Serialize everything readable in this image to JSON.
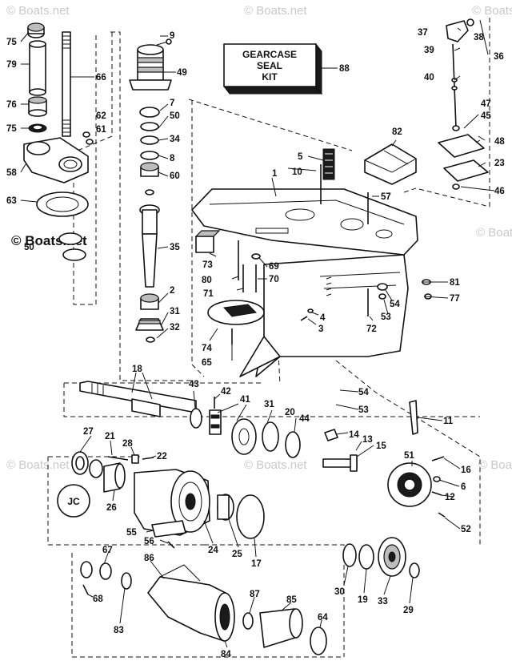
{
  "seal_kit": {
    "line1": "GEARCASE",
    "line2": "SEAL",
    "line3": "KIT"
  },
  "watermark": {
    "text": "© Boats.net"
  },
  "parts": {
    "p1": "1",
    "p2": "2",
    "p3": "3",
    "p4": "4",
    "p5": "5",
    "p6": "6",
    "p7": "7",
    "p8": "8",
    "p9": "9",
    "p10": "10",
    "p11": "11",
    "p12": "12",
    "p13": "13",
    "p14": "14",
    "p15": "15",
    "p16": "16",
    "p17": "17",
    "p18": "18",
    "p19": "19",
    "p20": "20",
    "p21": "21",
    "p22": "22",
    "p23": "23",
    "p24": "24",
    "p25": "25",
    "p26": "26",
    "p27": "27",
    "p28": "28",
    "p29": "29",
    "p30": "30",
    "p31": "31",
    "p31b": "31",
    "p32": "32",
    "p33": "33",
    "p34": "34",
    "p35": "35",
    "p36": "36",
    "p37": "37",
    "p38": "38",
    "p39": "39",
    "p40": "40",
    "p41": "41",
    "p42": "42",
    "p43": "43",
    "p44": "44",
    "p45": "45",
    "p46": "46",
    "p47": "47",
    "p48": "48",
    "p49": "49",
    "p50": "50",
    "p50b": "50",
    "p51": "51",
    "p52": "52",
    "p53": "53",
    "p53b": "53",
    "p54": "54",
    "p54b": "54",
    "p55": "55",
    "p56": "56",
    "p57": "57",
    "p58": "58",
    "p60": "60",
    "p61": "61",
    "p62": "62",
    "p63": "63",
    "p64": "64",
    "p65": "65",
    "p66": "66",
    "p67": "67",
    "p68": "68",
    "p69": "69",
    "p70": "70",
    "p71": "71",
    "p72": "72",
    "p73": "73",
    "p74": "74",
    "p75": "75",
    "p75b": "75",
    "p76": "76",
    "p77": "77",
    "p79": "79",
    "p80": "80",
    "p81": "81",
    "p82": "82",
    "p83": "83",
    "p84": "84",
    "p85": "85",
    "p86": "86",
    "p87": "87",
    "p88": "88"
  }
}
